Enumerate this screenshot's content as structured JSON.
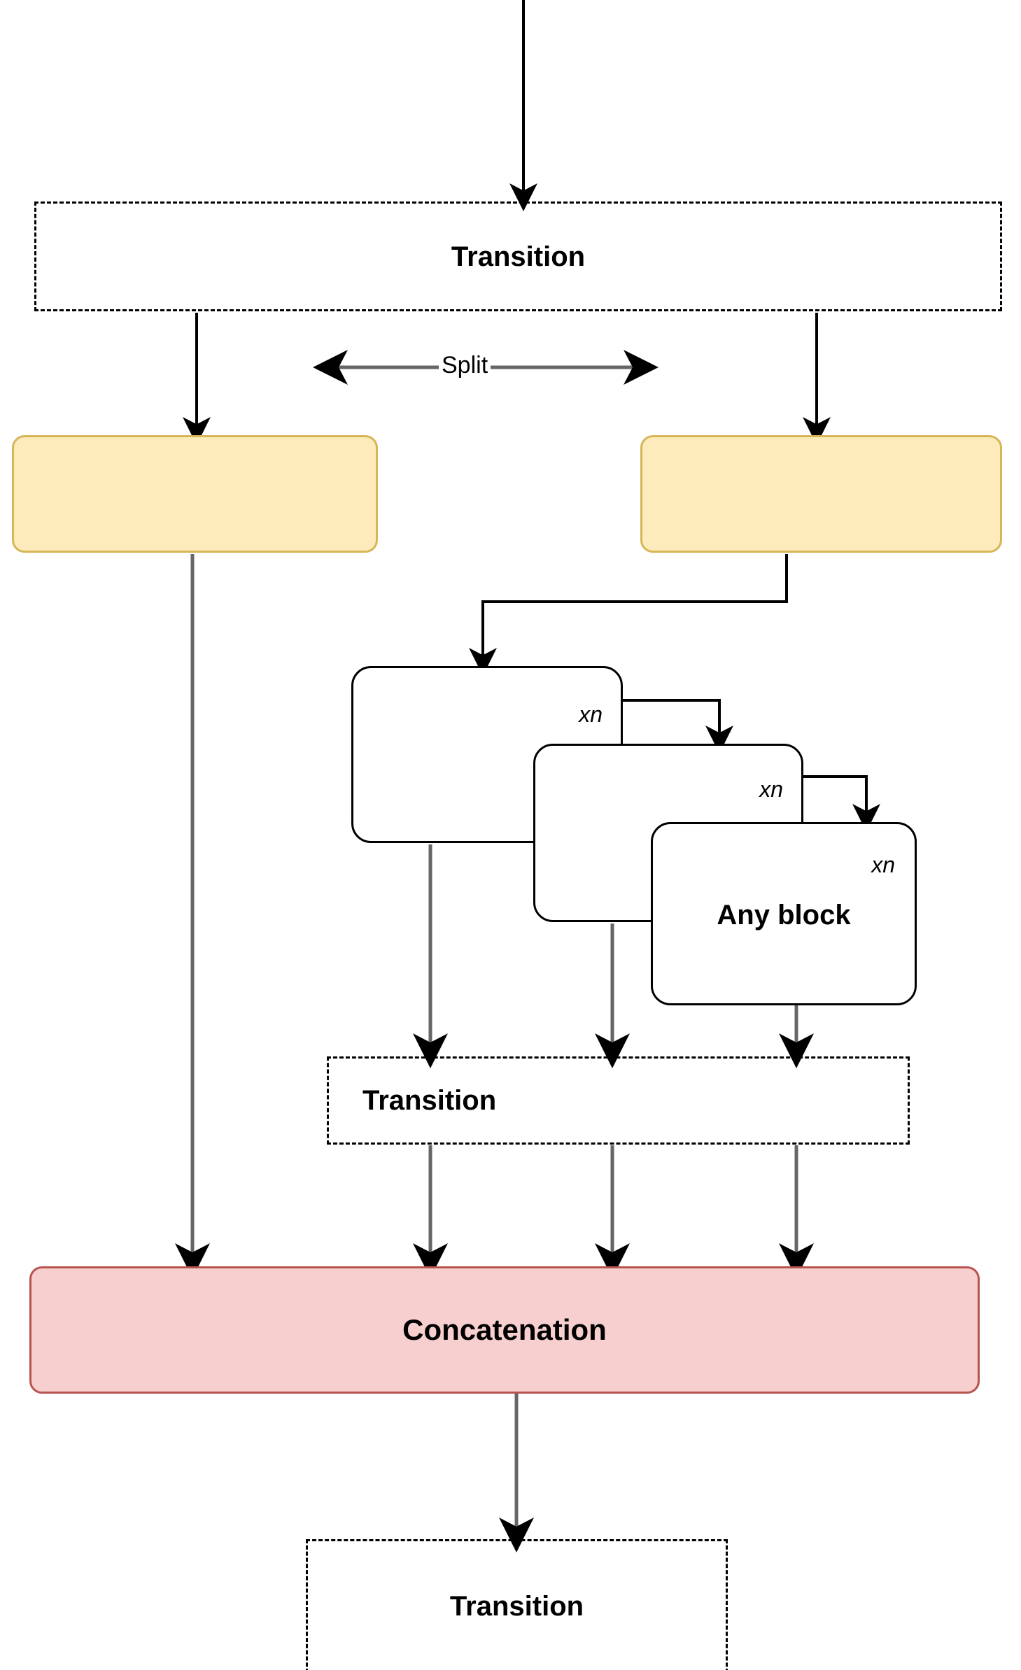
{
  "diagram": {
    "title": "Split-Transform-Concatenate block diagram",
    "colors": {
      "yellow_fill": "#fdebbb",
      "yellow_stroke": "#d6b656",
      "red_fill": "#f8cfcf",
      "red_stroke": "#b85450",
      "edge_gray": "#666666",
      "edge_black": "#000000",
      "white_fill": "#ffffff"
    }
  },
  "nodes": {
    "transition_top": {
      "label": "Transition",
      "style": "dashed"
    },
    "branch_left": {
      "label": "",
      "style": "yellow"
    },
    "branch_right": {
      "label": "",
      "style": "yellow"
    },
    "block_1": {
      "label": "",
      "repeat": "xn",
      "style": "rounded-white"
    },
    "block_2": {
      "label": "",
      "repeat": "xn",
      "style": "rounded-white"
    },
    "block_3": {
      "label": "Any block",
      "repeat": "xn",
      "style": "rounded-white"
    },
    "transition_mid": {
      "label": "Transition",
      "style": "dashed"
    },
    "concatenation": {
      "label": "Concatenation",
      "style": "red"
    },
    "transition_bottom": {
      "label": "Transition",
      "style": "dashed"
    }
  },
  "edges": {
    "split_label": "Split"
  }
}
